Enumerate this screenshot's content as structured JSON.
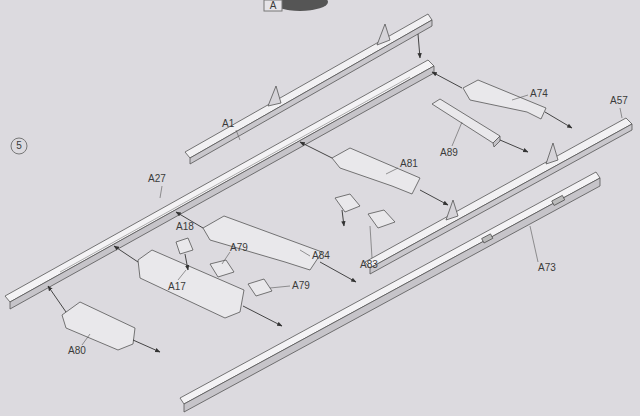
{
  "diagram": {
    "labels": [
      "A",
      "5",
      "A1",
      "A74",
      "A57",
      "A27",
      "A89",
      "A81",
      "A18",
      "A84",
      "A83",
      "A79",
      "A79",
      "A17",
      "A73",
      "A80"
    ]
  }
}
